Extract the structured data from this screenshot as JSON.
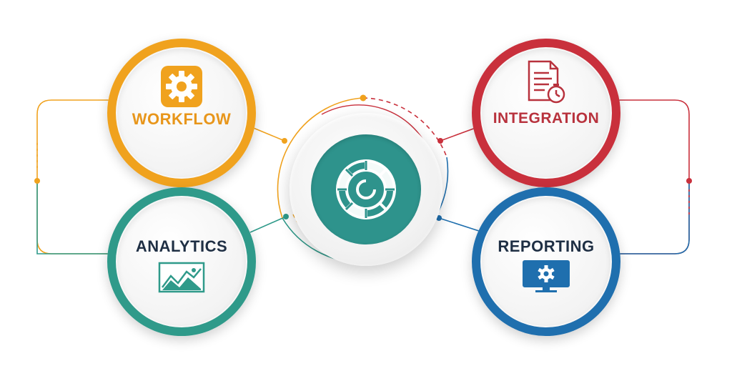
{
  "colors": {
    "workflow": "#f0a21e",
    "integration": "#c9303c",
    "analytics": "#2f9a8a",
    "reporting": "#1f6fae",
    "hub": "#2e938c"
  },
  "nodes": {
    "workflow": {
      "label": "WORKFLOW",
      "icon": "gear-icon"
    },
    "integration": {
      "label": "INTEGRATION",
      "icon": "document-clock-icon"
    },
    "analytics": {
      "label": "ANALYTICS",
      "icon": "line-chart-icon"
    },
    "reporting": {
      "label": "REPORTING",
      "icon": "monitor-gear-icon"
    }
  },
  "hub": {
    "icon": "segmented-circle-icon"
  }
}
